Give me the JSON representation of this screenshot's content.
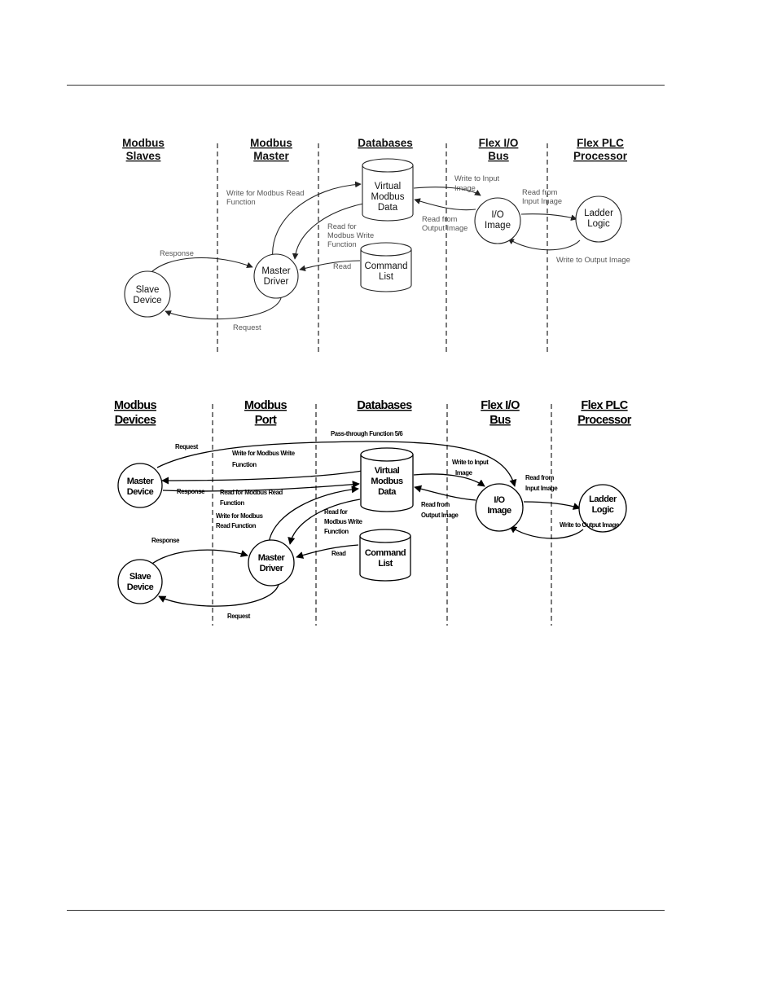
{
  "diagram_top": {
    "headers": [
      {
        "line1": "Modbus",
        "line2": "Slaves"
      },
      {
        "line1": "Modbus",
        "line2": "Master"
      },
      {
        "line1": "Databases",
        "line2": ""
      },
      {
        "line1": "Flex I/O",
        "line2": "Bus"
      },
      {
        "line1": "Flex PLC",
        "line2": "Processor"
      }
    ],
    "nodes": {
      "slave_device": [
        "Slave",
        "Device"
      ],
      "master_driver": [
        "Master",
        "Driver"
      ],
      "virtual_modbus_data": [
        "Virtual",
        "Modbus",
        "Data"
      ],
      "command_list": [
        "Command",
        "List"
      ],
      "io_image": [
        "I/O",
        "Image"
      ],
      "ladder_logic": [
        "Ladder",
        "Logic"
      ]
    },
    "labels": {
      "response": "Response",
      "request": "Request",
      "write_for_modbus_read": [
        "Write for Modbus Read",
        "Function"
      ],
      "read_for_modbus_write": [
        "Read for",
        "Modbus Write",
        "Function"
      ],
      "read": "Read",
      "write_to_input_image": [
        "Write to Input",
        "Image"
      ],
      "read_from_output_image": [
        "Read from",
        "Output Image"
      ],
      "read_from_input_image": [
        "Read from",
        "Input Image"
      ],
      "write_to_output_image": "Write to Output Image"
    }
  },
  "diagram_bottom": {
    "headers": [
      {
        "line1": "Modbus",
        "line2": "Devices"
      },
      {
        "line1": "Modbus",
        "line2": "Port"
      },
      {
        "line1": "Databases",
        "line2": ""
      },
      {
        "line1": "Flex I/O",
        "line2": "Bus"
      },
      {
        "line1": "Flex PLC",
        "line2": "Processor"
      }
    ],
    "nodes": {
      "master_device": [
        "Master",
        "Device"
      ],
      "slave_device": [
        "Slave",
        "Device"
      ],
      "master_driver": [
        "Master",
        "Driver"
      ],
      "virtual_modbus_data": [
        "Virtual",
        "Modbus",
        "Data"
      ],
      "command_list": [
        "Command",
        "List"
      ],
      "io_image": [
        "I/O",
        "Image"
      ],
      "ladder_logic": [
        "Ladder",
        "Logic"
      ]
    },
    "labels": {
      "pass_through": "Pass-through Function 5/6",
      "request_top": "Request",
      "response_master": "Response",
      "write_for_modbus_write": [
        "Write for Modbus Write",
        "Function"
      ],
      "read_for_modbus_read": [
        "Read for Modbus Read",
        "Function"
      ],
      "write_for_modbus_read": [
        "Write for Modbus",
        "Read Function"
      ],
      "read_for_modbus_write": [
        "Read for",
        "Modbus Write",
        "Function"
      ],
      "response_slave": "Response",
      "request_slave": "Request",
      "read": "Read",
      "write_to_input_image": [
        "Write to Input",
        "Image"
      ],
      "read_from_output_image": [
        "Read from",
        "Output Image"
      ],
      "read_from_input_image": [
        "Read from",
        "Input Image"
      ],
      "write_to_output_image": "Write to Output Image"
    }
  }
}
